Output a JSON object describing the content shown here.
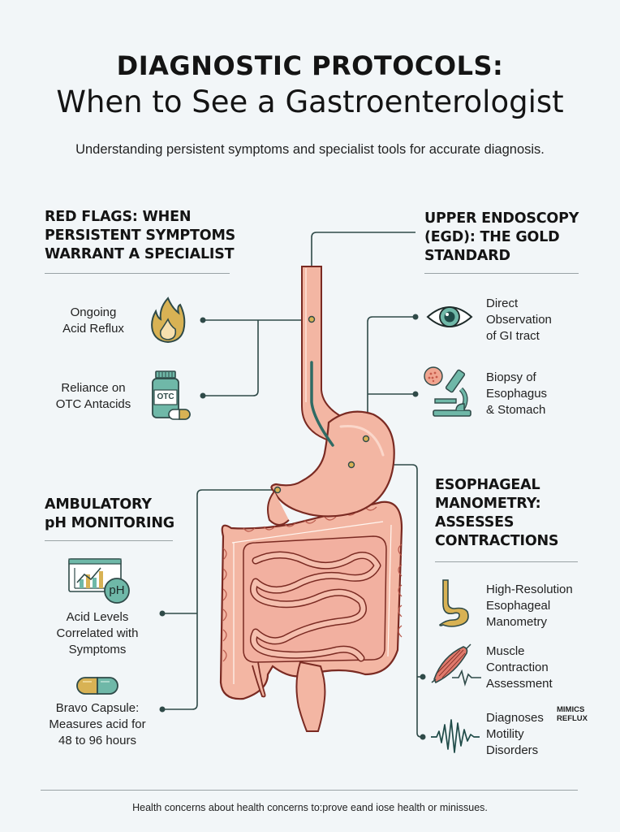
{
  "header": {
    "title_line1": "DIAGNOSTIC PROTOCOLS:",
    "title_line2": "When to See a Gastroenterologist",
    "subtitle": "Understanding persistent symptoms and specialist tools for accurate diagnosis."
  },
  "sections": {
    "red_flags": {
      "heading": [
        "RED FLAGS: WHEN",
        "PERSISTENT SYMPTOMS",
        "WARRANT A SPECIALIST"
      ],
      "items": [
        {
          "label": [
            "Ongoing",
            "Acid Reflux"
          ],
          "icon": "flame-icon"
        },
        {
          "label": [
            "Reliance on",
            "OTC Antacids"
          ],
          "icon": "pill-bottle-icon",
          "icon_text": "OTC"
        }
      ]
    },
    "endoscopy": {
      "heading": [
        "UPPER ENDOSCOPY",
        "(EGD): THE GOLD",
        "STANDARD"
      ],
      "items": [
        {
          "label": [
            "Direct",
            "Observation",
            "of GI tract"
          ],
          "icon": "eye-icon"
        },
        {
          "label": [
            "Biopsy of",
            "Esophagus",
            "& Stomach"
          ],
          "icon": "microscope-icon"
        }
      ]
    },
    "ph_monitoring": {
      "heading": [
        "AMBULATORY",
        "pH MONITORING"
      ],
      "items": [
        {
          "label": [
            "Acid Levels",
            "Correlated with",
            "Symptoms"
          ],
          "icon": "ph-chart-icon",
          "icon_text": "pH"
        },
        {
          "label": [
            "Bravo Capsule:",
            "Measures acid for",
            "48 to 96 hours"
          ],
          "icon": "capsule-icon"
        }
      ]
    },
    "manometry": {
      "heading": [
        "ESOPHAGEAL",
        "MANOMETRY:",
        "ASSESSES",
        "CONTRACTIONS"
      ],
      "items": [
        {
          "label": [
            "High-Resolution",
            "Esophageal",
            "Manometry"
          ],
          "icon": "esophagus-stomach-icon"
        },
        {
          "label": [
            "Muscle",
            "Contraction",
            "Assessment"
          ],
          "icon": "muscle-wave-icon"
        },
        {
          "label": [
            "Diagnoses",
            "Motility",
            "Disorders"
          ],
          "icon": "waveform-icon",
          "tag": [
            "MIMICS",
            "REFLUX"
          ]
        }
      ]
    }
  },
  "colors": {
    "background": "#f2f6f8",
    "connector": "#2f4a48",
    "teal": "#6fb8a8",
    "gold": "#d8b254",
    "organ": "#f2b3a0",
    "organ_outline": "#7a2a22"
  },
  "footer": {
    "text": "Health concerns about health concerns to:prove eand iose health or minissues."
  }
}
